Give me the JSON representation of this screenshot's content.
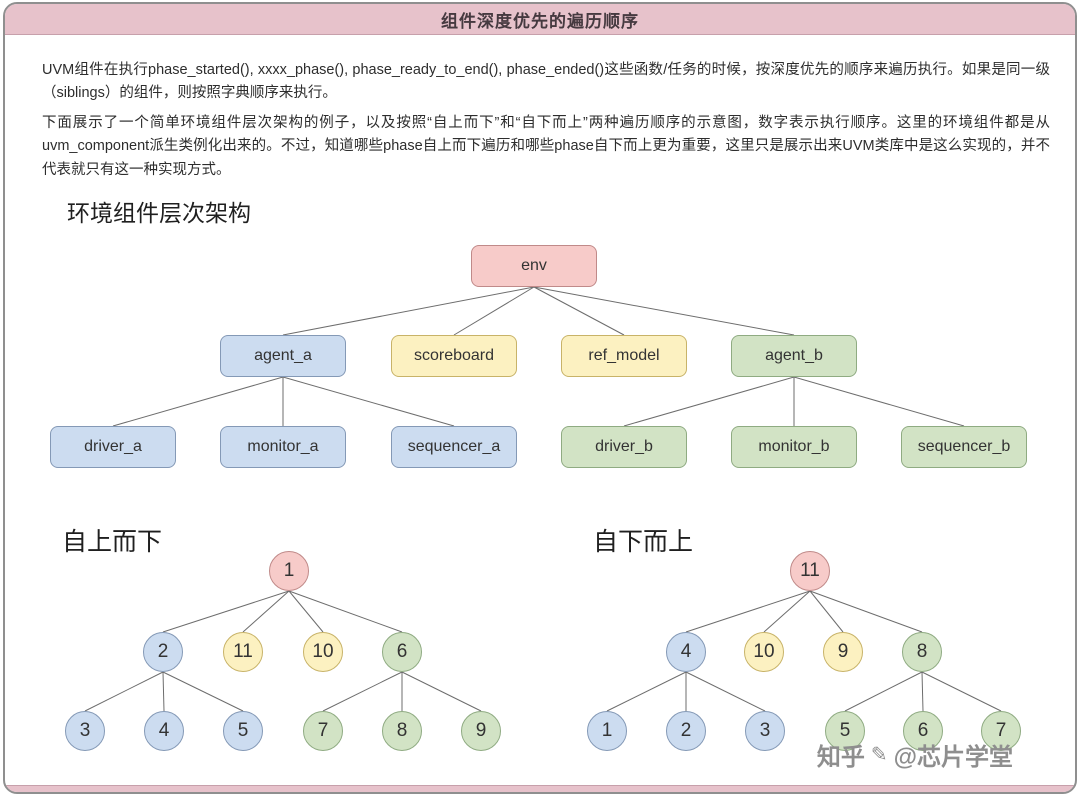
{
  "page": {
    "title": "组件深度优先的遍历顺序",
    "watermark_prefix": "知乎",
    "watermark_handle": "@芯片学堂"
  },
  "intro": {
    "p1": "UVM组件在执行phase_started(), xxxx_phase(), phase_ready_to_end(), phase_ended()这些函数/任务的时候，按深度优先的顺序来遍历执行。如果是同一级（siblings）的组件，则按照字典顺序来执行。",
    "p2": "下面展示了一个简单环境组件层次架构的例子，以及按照“自上而下”和“自下而上”两种遍历顺序的示意图，数字表示执行顺序。这里的环境组件都是从uvm_component派生类例化出来的。不过，知道哪些phase自上而下遍历和哪些phase自下而上更为重要，这里只是展示出来UVM类库中是这么实现的，并不代表就只有这一种实现方式。"
  },
  "colors": {
    "pink": "#f7cbc9",
    "blue": "#ccdcf0",
    "yellow": "#fcf1c1",
    "green": "#d2e3c5",
    "title_bg": "#e7c2cb"
  },
  "hierarchy": {
    "heading": "环境组件层次架构",
    "nodes": [
      {
        "label": "env",
        "color": "pink"
      },
      {
        "label": "agent_a",
        "color": "blue"
      },
      {
        "label": "scoreboard",
        "color": "yellow"
      },
      {
        "label": "ref_model",
        "color": "yellow"
      },
      {
        "label": "agent_b",
        "color": "green"
      },
      {
        "label": "driver_a",
        "color": "blue"
      },
      {
        "label": "monitor_a",
        "color": "blue"
      },
      {
        "label": "sequencer_a",
        "color": "blue"
      },
      {
        "label": "driver_b",
        "color": "green"
      },
      {
        "label": "monitor_b",
        "color": "green"
      },
      {
        "label": "sequencer_b",
        "color": "green"
      }
    ],
    "edges": [
      [
        "env",
        "agent_a"
      ],
      [
        "env",
        "scoreboard"
      ],
      [
        "env",
        "ref_model"
      ],
      [
        "env",
        "agent_b"
      ],
      [
        "agent_a",
        "driver_a"
      ],
      [
        "agent_a",
        "monitor_a"
      ],
      [
        "agent_a",
        "sequencer_a"
      ],
      [
        "agent_b",
        "driver_b"
      ],
      [
        "agent_b",
        "monitor_b"
      ],
      [
        "agent_b",
        "sequencer_b"
      ]
    ]
  },
  "topdown": {
    "heading": "自上而下",
    "nodes": [
      {
        "label": "1",
        "color": "pink"
      },
      {
        "label": "2",
        "color": "blue"
      },
      {
        "label": "11",
        "color": "yellow"
      },
      {
        "label": "10",
        "color": "yellow"
      },
      {
        "label": "6",
        "color": "green"
      },
      {
        "label": "3",
        "color": "blue"
      },
      {
        "label": "4",
        "color": "blue"
      },
      {
        "label": "5",
        "color": "blue"
      },
      {
        "label": "7",
        "color": "green"
      },
      {
        "label": "8",
        "color": "green"
      },
      {
        "label": "9",
        "color": "green"
      }
    ],
    "edges": [
      [
        "1",
        "2"
      ],
      [
        "1",
        "11"
      ],
      [
        "1",
        "10"
      ],
      [
        "1",
        "6"
      ],
      [
        "2",
        "3"
      ],
      [
        "2",
        "4"
      ],
      [
        "2",
        "5"
      ],
      [
        "6",
        "7"
      ],
      [
        "6",
        "8"
      ],
      [
        "6",
        "9"
      ]
    ]
  },
  "bottomup": {
    "heading": "自下而上",
    "nodes": [
      {
        "label": "11",
        "color": "pink"
      },
      {
        "label": "4",
        "color": "blue"
      },
      {
        "label": "10",
        "color": "yellow"
      },
      {
        "label": "9",
        "color": "yellow"
      },
      {
        "label": "8",
        "color": "green"
      },
      {
        "label": "1",
        "color": "blue"
      },
      {
        "label": "2",
        "color": "blue"
      },
      {
        "label": "3",
        "color": "blue"
      },
      {
        "label": "5",
        "color": "green"
      },
      {
        "label": "6",
        "color": "green"
      },
      {
        "label": "7",
        "color": "green"
      }
    ],
    "edges": [
      [
        "11",
        "4"
      ],
      [
        "11",
        "10"
      ],
      [
        "11",
        "9"
      ],
      [
        "11",
        "8"
      ],
      [
        "4",
        "1"
      ],
      [
        "4",
        "2"
      ],
      [
        "4",
        "3"
      ],
      [
        "8",
        "5"
      ],
      [
        "8",
        "6"
      ],
      [
        "8",
        "7"
      ]
    ]
  }
}
